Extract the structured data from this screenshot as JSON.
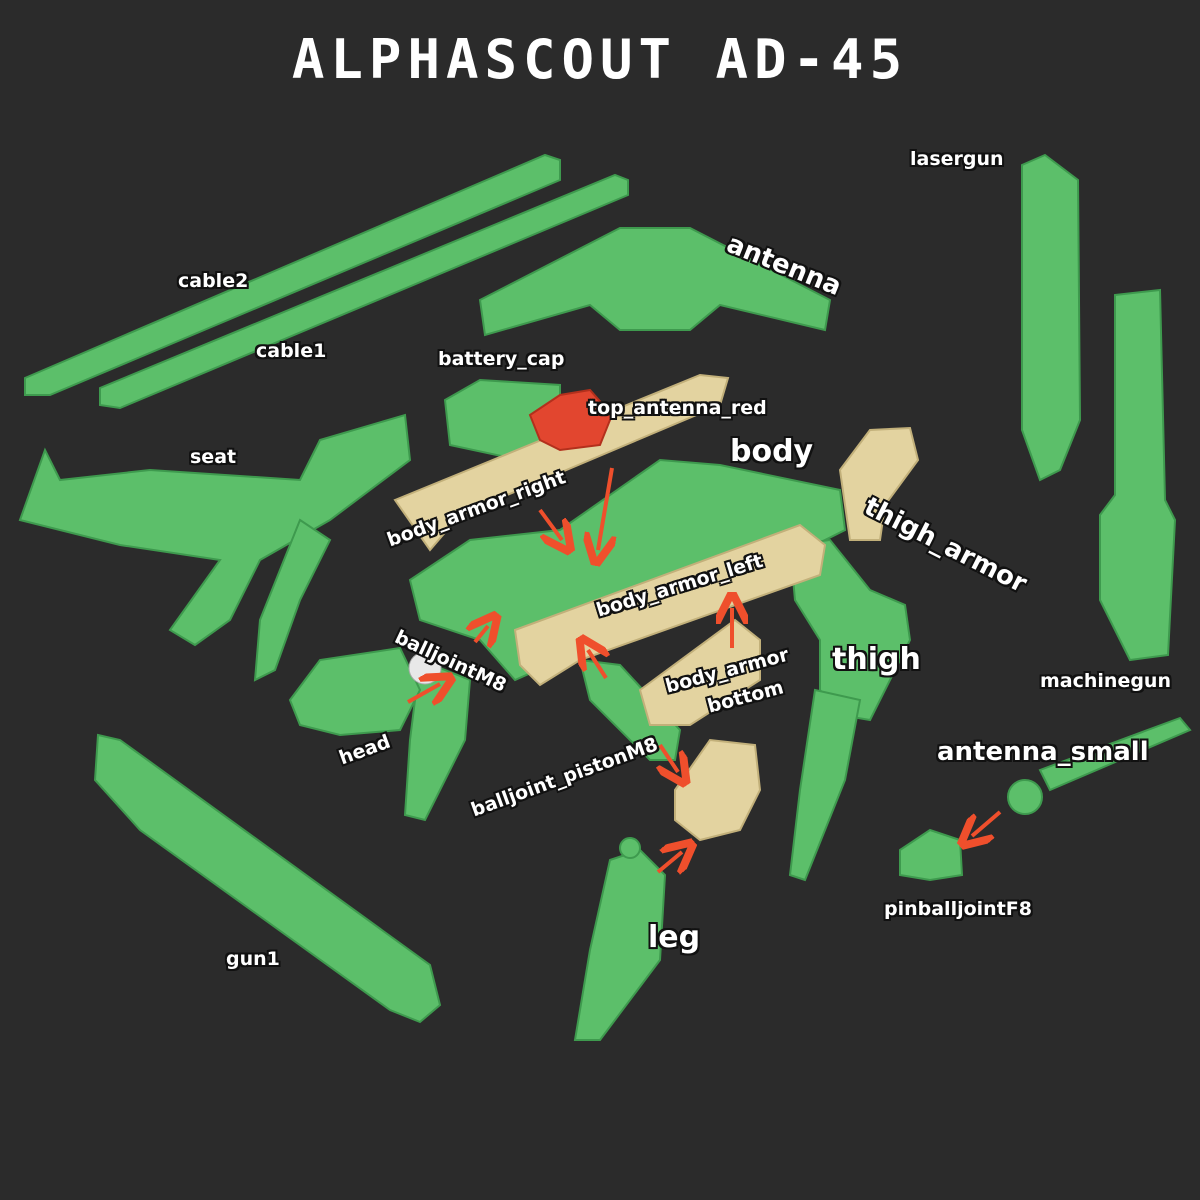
{
  "title": "ALPHASCOUT AD-45",
  "colors": {
    "background": "#2b2b2b",
    "part_green": "#5cbf6a",
    "part_green_dark": "#3e9a4e",
    "part_beige": "#e3d3a0",
    "part_red": "#e2462f",
    "arrow": "#ef4f2c"
  },
  "labels": {
    "cable2": "cable2",
    "cable1": "cable1",
    "battery_cap": "battery_cap",
    "antenna": "antenna",
    "lasergun": "lasergun",
    "top_antenna_red": "top_antenna_red",
    "body": "body",
    "seat": "seat",
    "body_armor_right": "body_armor_right",
    "thigh_armor": "thigh_armor",
    "body_armor_left": "body_armor_left",
    "balljointM8": "balljointM8",
    "body_armor_bottom_1": "body_armor",
    "body_armor_bottom_2": "bottom",
    "thigh": "thigh",
    "machinegun": "machinegun",
    "head": "head",
    "balljoint_pistonM8": "balljoint_pistonM8",
    "antenna_small": "antenna_small",
    "pinballjointF8": "pinballjointF8",
    "gun1": "gun1",
    "leg": "leg"
  }
}
